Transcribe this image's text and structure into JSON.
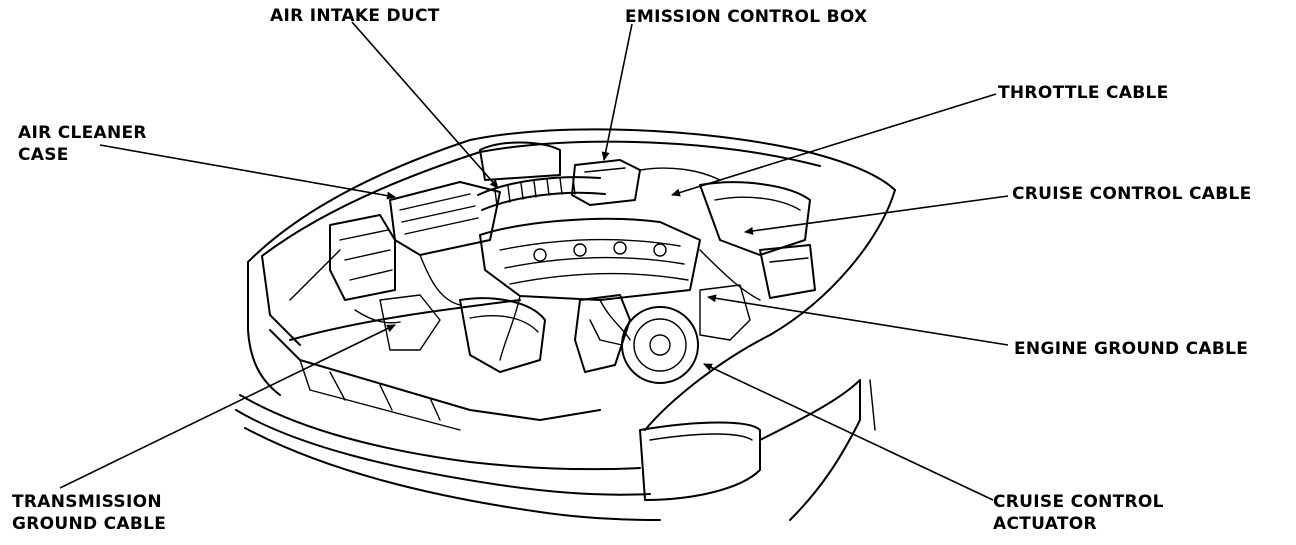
{
  "labels": {
    "air_intake_duct": "AIR INTAKE DUCT",
    "emission_control_box": "EMISSION CONTROL BOX",
    "throttle_cable": "THROTTLE CABLE",
    "air_cleaner_case_line1": "AIR CLEANER",
    "air_cleaner_case_line2": "CASE",
    "cruise_control_cable": "CRUISE CONTROL CABLE",
    "engine_ground_cable": "ENGINE GROUND CABLE",
    "transmission_ground_cable_line1": "TRANSMISSION",
    "transmission_ground_cable_line2": "GROUND CABLE",
    "cruise_control_actuator_line1": "CRUISE CONTROL",
    "cruise_control_actuator_line2": "ACTUATOR"
  }
}
